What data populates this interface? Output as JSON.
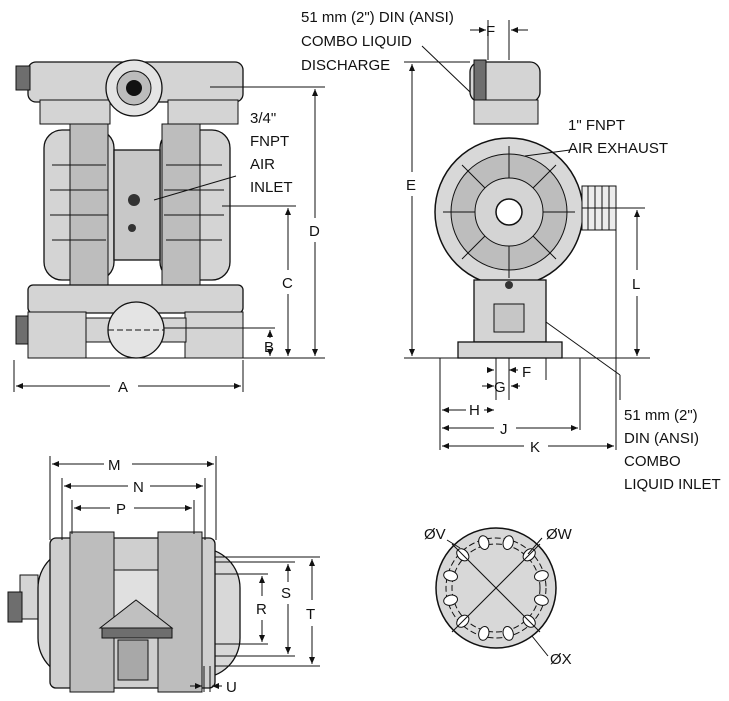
{
  "callouts": {
    "discharge": [
      "51 mm (2\") DIN (ANSI)",
      "COMBO LIQUID",
      "DISCHARGE"
    ],
    "air_inlet": [
      "3/4\"",
      "FNPT",
      "AIR",
      "INLET"
    ],
    "air_exhaust": [
      "1\" FNPT",
      "AIR EXHAUST"
    ],
    "liquid_inlet": [
      "51 mm (2\")",
      "DIN (ANSI)",
      "COMBO",
      "LIQUID INLET"
    ]
  },
  "dimensions": {
    "A": "A",
    "B": "B",
    "C": "C",
    "D": "D",
    "E": "E",
    "F_top": "F",
    "F_bottom": "F",
    "G": "G",
    "H": "H",
    "J": "J",
    "K": "K",
    "L": "L",
    "M": "M",
    "N": "N",
    "P": "P",
    "R": "R",
    "S": "S",
    "T": "T",
    "U": "U",
    "V": "ØV",
    "W": "ØW",
    "X": "ØX"
  },
  "colors": {
    "body_fill": "#d4d4d4",
    "dark_part": "#6e6e6e",
    "line": "#111111"
  }
}
